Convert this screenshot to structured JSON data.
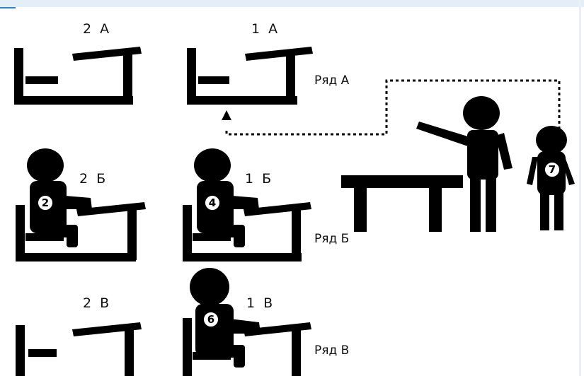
{
  "desk_labels": {
    "a2": "2 А",
    "a1": "1 А",
    "b2": "2 Б",
    "b1": "1 Б",
    "v2": "2 В",
    "v1": "1 В"
  },
  "row_labels": {
    "a": "Ряд А",
    "b": "Ряд Б",
    "v": "Ряд В"
  },
  "person_numbers": {
    "p2": "2",
    "p4": "4",
    "p6": "6",
    "p7": "7"
  },
  "colors": {
    "ink": "#000000",
    "background": "#ffffff",
    "top_bar": "#e4eef9",
    "accent": "#2f7fd6"
  }
}
